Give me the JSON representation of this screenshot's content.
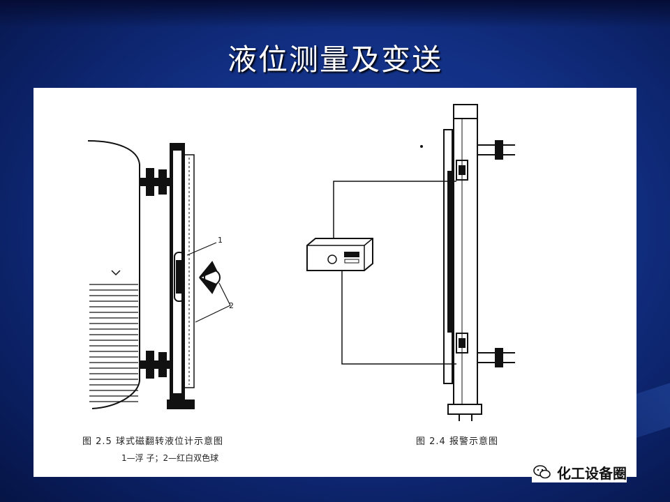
{
  "slide": {
    "title": "液位测量及变送"
  },
  "left_figure": {
    "caption": "图 2.5   球式磁翻转液位计示意图",
    "legend": "1—浮 子；2—红白双色球",
    "label_1": "1",
    "label_2": "2"
  },
  "right_figure": {
    "caption": "图 2.4   报警示意图"
  },
  "watermark": {
    "text": "化工设备圈",
    "icon": "wechat-icon"
  }
}
